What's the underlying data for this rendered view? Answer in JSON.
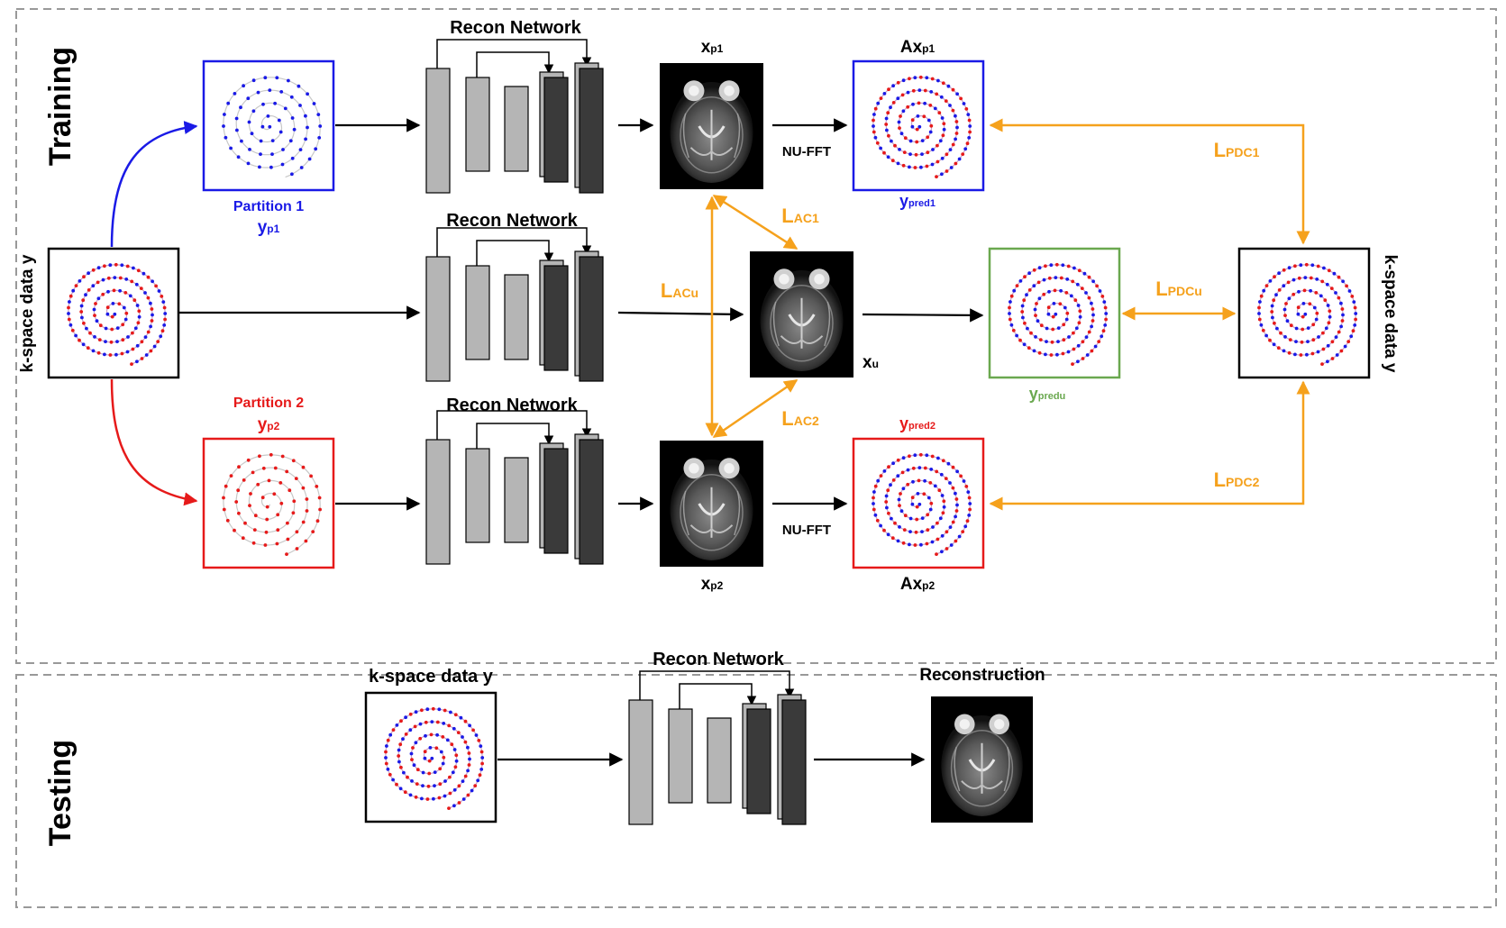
{
  "sections": {
    "training": "Training",
    "testing": "Testing"
  },
  "labels": {
    "kspace_left": "k-space data y",
    "kspace_right": "k-space data y",
    "kspace_test": "k-space data y",
    "recon_network": "Recon Network",
    "partition1": "Partition 1",
    "partition2": "Partition 2",
    "y": "y",
    "p1": "p1",
    "p2": "p2",
    "x": "x",
    "u": "u",
    "Ax": "Ax",
    "pred1": "pred1",
    "pred2": "pred2",
    "predu": "predu",
    "nufft": "NU-FFT",
    "L": "L",
    "AC1": "AC1",
    "AC2": "AC2",
    "ACu": "ACu",
    "PDC1": "PDC1",
    "PDC2": "PDC2",
    "PDCu": "PDCu",
    "reconstruction": "Reconstruction"
  },
  "colors": {
    "partition1": "#1a1ae6",
    "partition2": "#e61a1a",
    "predu": "#6aa84f",
    "loss": "#f5a11c",
    "arrow": "#000000",
    "border_dashed": "#999999"
  },
  "icons": {
    "spiral": "spiral-kspace-icon",
    "brain": "brain-mri-icon",
    "network": "unet-icon"
  }
}
